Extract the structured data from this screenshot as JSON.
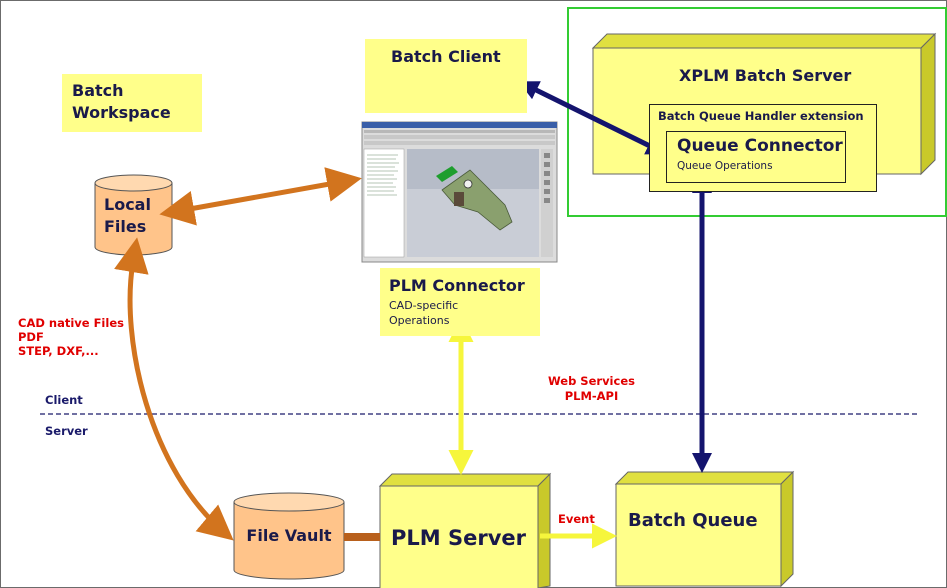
{
  "boxes": {
    "batch_workspace": "Batch\nWorkspace",
    "batch_client": "Batch Client",
    "xplm_batch_server": "XPLM Batch Server",
    "batch_queue_handler": "Batch Queue Handler extension",
    "queue_connector_title": "Queue Connector",
    "queue_connector_sub": "Queue Operations",
    "plm_connector_title": "PLM Connector",
    "plm_connector_sub": "CAD-specific\nOperations",
    "plm_server": "PLM Server",
    "batch_queue": "Batch Queue"
  },
  "cylinders": {
    "local_files": "Local\nFiles",
    "file_vault": "File Vault"
  },
  "labels": {
    "cad_files": "CAD native Files\nPDF\nSTEP, DXF,...",
    "client": "Client",
    "server": "Server",
    "web_services": "Web Services\nPLM-API",
    "event": "Event"
  },
  "colors": {
    "yellow_box": "#ffff8a",
    "orange_arrow": "#d2741e",
    "navy_arrow": "#14146e",
    "yellow_arrow": "#f6f63c",
    "green_frame": "#33cc33",
    "label_red": "#e00000"
  }
}
